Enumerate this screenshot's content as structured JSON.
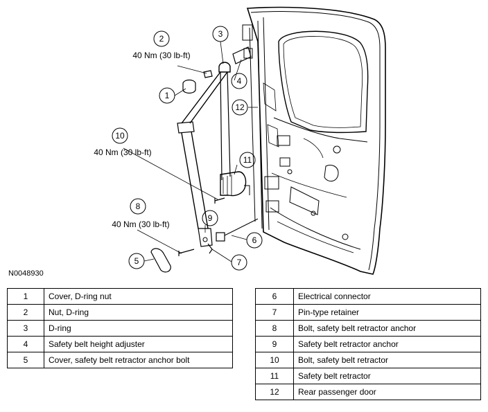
{
  "figure_id": "N0048930",
  "callouts": [
    {
      "id": "c1",
      "number": "1"
    },
    {
      "id": "c2",
      "number": "2",
      "torque": "40 Nm (30 lb-ft)"
    },
    {
      "id": "c3",
      "number": "3"
    },
    {
      "id": "c4",
      "number": "4"
    },
    {
      "id": "c5",
      "number": "5"
    },
    {
      "id": "c6",
      "number": "6"
    },
    {
      "id": "c7",
      "number": "7"
    },
    {
      "id": "c8",
      "number": "8",
      "torque": "40 Nm (30 lb-ft)"
    },
    {
      "id": "c9",
      "number": "9"
    },
    {
      "id": "c10",
      "number": "10",
      "torque": "40 Nm (30 lb-ft)"
    },
    {
      "id": "c11",
      "number": "11"
    },
    {
      "id": "c12",
      "number": "12"
    }
  ],
  "legend_left": [
    {
      "num": "1",
      "desc": "Cover, D-ring nut"
    },
    {
      "num": "2",
      "desc": "Nut, D-ring"
    },
    {
      "num": "3",
      "desc": "D-ring"
    },
    {
      "num": "4",
      "desc": "Safety belt height adjuster"
    },
    {
      "num": "5",
      "desc": "Cover, safety belt retractor anchor bolt"
    }
  ],
  "legend_right": [
    {
      "num": "6",
      "desc": "Electrical connector"
    },
    {
      "num": "7",
      "desc": "Pin-type retainer"
    },
    {
      "num": "8",
      "desc": "Bolt, safety belt retractor anchor"
    },
    {
      "num": "9",
      "desc": "Safety belt retractor anchor"
    },
    {
      "num": "10",
      "desc": "Bolt, safety belt retractor"
    },
    {
      "num": "11",
      "desc": "Safety belt retractor"
    },
    {
      "num": "12",
      "desc": "Rear passenger door"
    }
  ]
}
